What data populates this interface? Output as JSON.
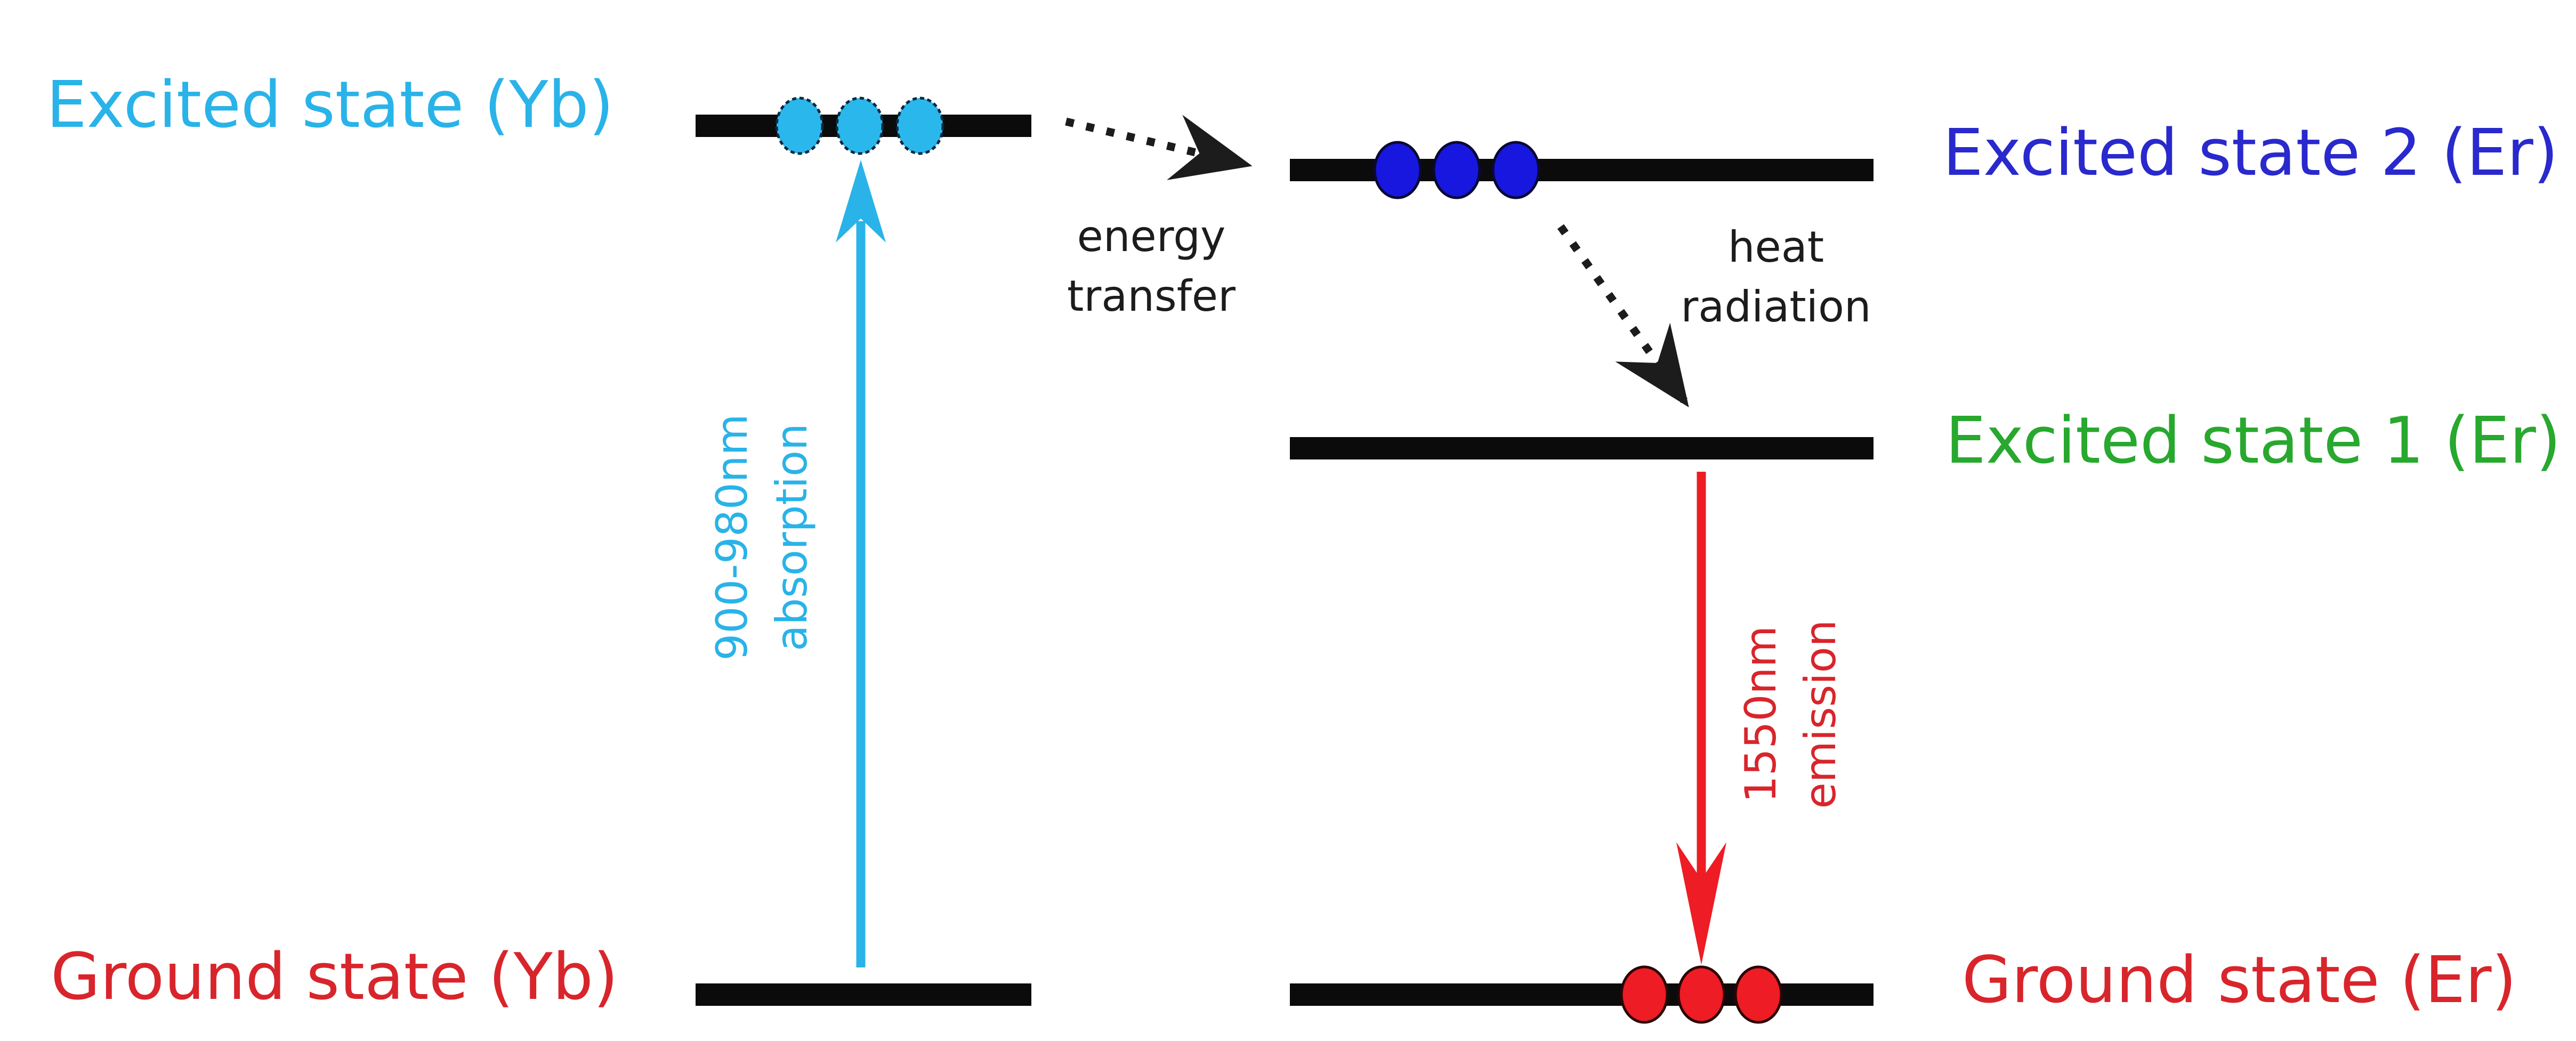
{
  "diagram": {
    "background": "#ffffff",
    "colors": {
      "bar": "#0b0b0b",
      "annotation": "#1c1c1c",
      "cyan": "#29b3e8",
      "cyan_fill": "#2ab8ec",
      "blue_text": "#2929cd",
      "blue_fill": "#1717e0",
      "green": "#28a82e",
      "red_text": "#d8252b",
      "red_fill": "#ee1c24"
    },
    "levels": [
      {
        "id": "yb-excited",
        "label": "Excited state (Yb)",
        "electrons": 3
      },
      {
        "id": "er-excited-2",
        "label": "Excited state 2 (Er)",
        "electrons": 3
      },
      {
        "id": "er-excited-1",
        "label": "Excited state 1 (Er)",
        "electrons": 0
      },
      {
        "id": "yb-ground",
        "label": "Ground state (Yb)",
        "electrons": 0
      },
      {
        "id": "er-ground",
        "label": "Ground state (Er)",
        "electrons": 3
      }
    ],
    "transitions": [
      {
        "id": "absorption",
        "line1": "900-980nm",
        "line2": "absorption",
        "style": "solid-arrow"
      },
      {
        "id": "energy-transfer",
        "line1": "energy",
        "line2": "transfer",
        "style": "dotted-arrow"
      },
      {
        "id": "heat-radiation",
        "line1": "heat",
        "line2": "radiation",
        "style": "dotted-arrow"
      },
      {
        "id": "emission",
        "line1": "1550nm",
        "line2": "emission",
        "style": "solid-arrow"
      }
    ]
  }
}
